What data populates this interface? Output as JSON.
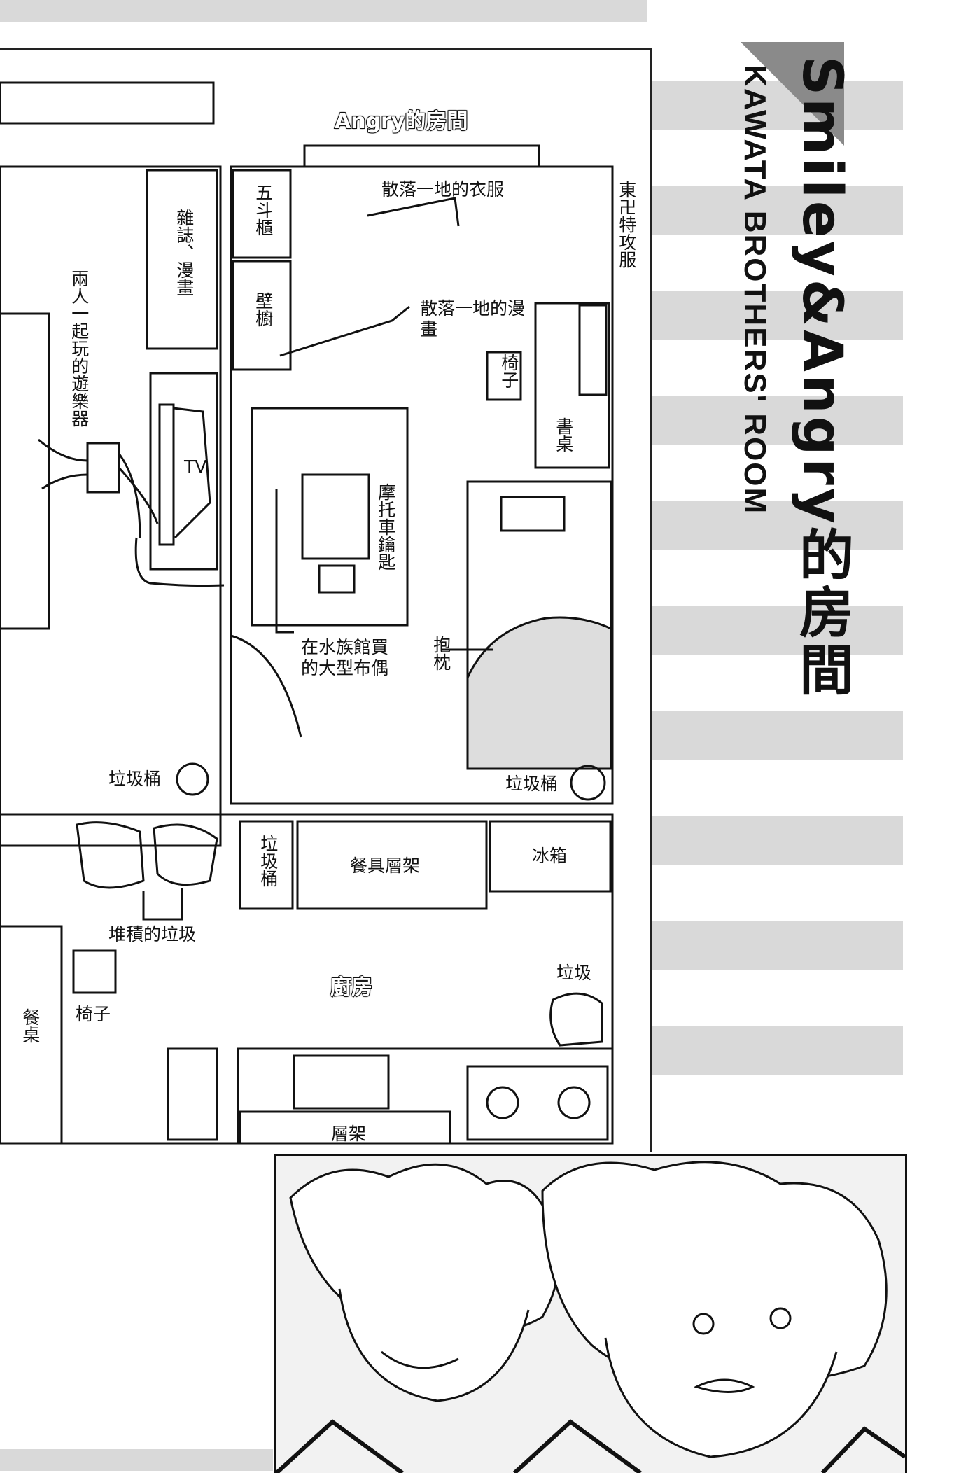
{
  "title": {
    "main": "Smiley&Angry的房間",
    "subtitle": "KAWATA BROTHERS' ROOM"
  },
  "rooms": {
    "angry_room": "Angry的房間",
    "kitchen": "廚房"
  },
  "labels": {
    "magazines": "雜誌、漫畫",
    "game_console": "兩人一起玩的遊樂器",
    "tv": "TV",
    "dresser": "五斗櫃",
    "closet": "壁櫥",
    "scattered_clothes": "散落一地的衣服",
    "scattered_manga": "散落一地的漫畫",
    "uniform": "東卍特攻服",
    "chair_desk": "椅子",
    "desk": "書桌",
    "bike_key": "摩托車鑰匙",
    "hug_pillow": "抱枕",
    "plush": "在水族館買的大型布偶",
    "trash_can_left": "垃圾桶",
    "trash_can_right": "垃圾桶",
    "trash_can_kitchen": "垃圾桶",
    "dish_rack": "餐具層架",
    "fridge": "冰箱",
    "piled_trash": "堆積的垃圾",
    "trash": "垃圾",
    "chair_dining": "椅子",
    "dining_table": "餐桌",
    "shelf": "層架"
  },
  "colors": {
    "stripe": "#d9d9d9",
    "ink": "#111111",
    "triangle": "#8a8a8a"
  }
}
